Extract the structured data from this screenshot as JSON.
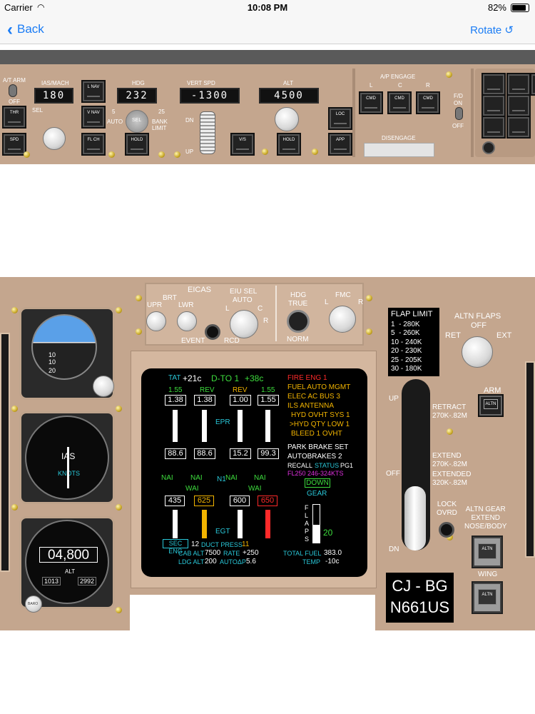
{
  "status": {
    "carrier": "Carrier",
    "time": "10:08 PM",
    "battery": "82%"
  },
  "nav": {
    "back": "Back",
    "rotate": "Rotate ↺"
  },
  "mcp": {
    "at_arm": "A/T ARM",
    "at_off": "OFF",
    "thr": "THR",
    "spd": "SPD",
    "ias_mach_label": "IAS/MACH",
    "ias_value": "180",
    "sel": "SEL",
    "lnav": "L NAV",
    "vnav": "V NAV",
    "flch": "FL CH",
    "hdg_label": "HDG",
    "hdg_value": "232",
    "bank_5": "5",
    "bank_25": "25",
    "auto": "AUTO",
    "bank_limit": "BANK\nLIMIT",
    "sel_knob": "SEL",
    "hdg_hold": "HOLD",
    "vs_label": "VERT SPD",
    "vs_value": "-1300",
    "dn": "DN",
    "up": "UP",
    "vs_btn": "V/S",
    "alt_label": "ALT",
    "alt_value": "4500",
    "alt_hold": "HOLD",
    "loc": "LOC",
    "app": "APP",
    "ap_engage": "A/P ENGAGE",
    "ap_l": "L",
    "ap_c": "C",
    "ap_r": "R",
    "cmd": "CMD",
    "disengage": "DISENGAGE",
    "fd": "F/D",
    "fd_on": "ON",
    "fd_off": "OFF"
  },
  "eicas_ctl": {
    "eicas": "EICAS",
    "brt": "BRT",
    "upr": "UPR",
    "lwr": "LWR",
    "event": "EVENT",
    "rcd": "RCD",
    "eiu_sel": "EIU SEL",
    "auto": "AUTO",
    "l": "L",
    "c": "C",
    "r": "R",
    "hdg": "HDG",
    "true": "TRUE",
    "norm": "NORM",
    "fmc": "FMC",
    "fmc_l": "L",
    "fmc_r": "R"
  },
  "standby": {
    "ias": "IAS",
    "knots": "KNOTS",
    "alt_value": "04,800",
    "alt": "ALT",
    "baro_left": "1013",
    "baro_right": "2992",
    "baro": "BARO",
    "att_10a": "10",
    "att_10b": "10",
    "att_20": "20"
  },
  "eicas": {
    "tat": "TAT",
    "tat_val": "+21c",
    "dto": "D-TO 1",
    "dto_temp": "+38c",
    "ref_l": "1.55",
    "rev_l": "REV",
    "rev_r": "REV",
    "ref_r": "1.55",
    "epr": [
      "1.38",
      "1.38",
      "1.00",
      "1.55"
    ],
    "epr_label": "EPR",
    "n1": [
      "88.6",
      "88.6",
      "15.2",
      "99.3"
    ],
    "n1_label": "N1",
    "nai": "NAI",
    "wai": "WAI",
    "nai_r": "NAI",
    "wai_r": "WAI",
    "nai_l": "NAI",
    "nai_rr": "NAI",
    "egt": [
      "435",
      "625",
      "600",
      "650"
    ],
    "egt_label": "EGT",
    "msg_red": "FIRE ENG 1",
    "msg_amber": [
      "FUEL AUTO MGMT",
      "ELEC AC BUS 3",
      "ILS ANTENNA",
      "HYD OVHT SYS 1",
      ">HYD QTY LOW 1",
      "BLEED 1 OVHT"
    ],
    "memo": [
      "PARK BRAKE SET",
      "AUTOBRAKES 2"
    ],
    "recall": "RECALL",
    "status": "STATUS",
    "pg": "PG1",
    "fl": "FL250  246-324KTS",
    "down": "DOWN",
    "gear": "GEAR",
    "flaps": "FLAPS",
    "flap_val": "20",
    "sec_eng": "SEC ENG",
    "duct_press_val": "12",
    "duct_press": "DUCT PRESS",
    "duct_press_r": "11",
    "cab_alt": "CAB ALT",
    "cab_alt_val": "7500",
    "rate": "RATE",
    "rate_val": "+250",
    "ldg_alt": "LDG ALT",
    "ldg_alt_val": "200",
    "autodp": "AUTOΔP",
    "autodp_val": "5.6",
    "total_fuel": "TOTAL FUEL",
    "total_fuel_val": "383.0",
    "temp": "TEMP",
    "temp_val": "-10c"
  },
  "flap_limit": {
    "title": "FLAP LIMIT",
    "rows": [
      "1  - 280K",
      "5  - 260K",
      "10 - 240K",
      "20 - 230K",
      "25 - 205K",
      "30 - 180K"
    ]
  },
  "altn_flaps": {
    "title": "ALTN FLAPS",
    "off": "OFF",
    "ret": "RET",
    "ext": "EXT",
    "arm": "ARM",
    "altn": "ALTN"
  },
  "flap_lever": {
    "up": "UP",
    "off": "OFF",
    "dn": "DN",
    "retract": "RETRACT\n270K-.82M",
    "extend": "EXTEND\n270K-.82M",
    "extended": "EXTENDED\n320K-.82M"
  },
  "gear": {
    "lock_ovrd": "LOCK\nOVRD",
    "altn_gear": "ALTN GEAR\nEXTEND\nNOSE/BODY",
    "altn": "ALTN",
    "wing": "WING",
    "altn2": "ALTN"
  },
  "tail": {
    "line1": "CJ - BG",
    "line2": "N661US"
  }
}
